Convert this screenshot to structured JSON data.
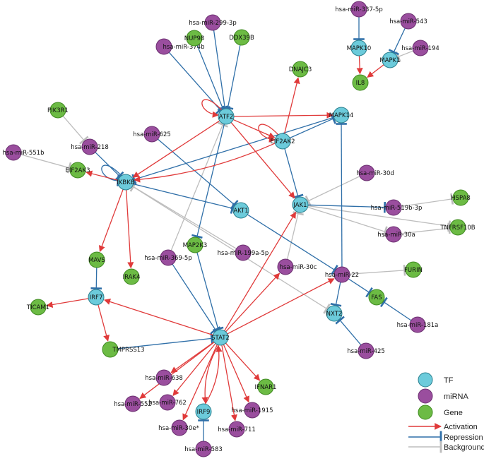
{
  "colors": {
    "tf": "#6CCBDB",
    "mirna": "#9A4E9E",
    "gene": "#6CBB44",
    "activation": "#E03A3A",
    "repression": "#2F6FA8",
    "background": "#BDBDBD"
  },
  "legend": {
    "tf": "TF",
    "mirna": "miRNA",
    "gene": "Gene",
    "activation": "Activation",
    "repression": "Repression",
    "background": "Background"
  },
  "nodes": [
    {
      "id": "ATF2",
      "label": "ATF2",
      "type": "tf"
    },
    {
      "id": "EIF2AK2",
      "label": "EIF2AK2",
      "type": "tf"
    },
    {
      "id": "IKBKB",
      "label": "IKBKB",
      "type": "tf"
    },
    {
      "id": "MAPK14",
      "label": "MAPK14",
      "type": "tf"
    },
    {
      "id": "MAPK10",
      "label": "MAPK10",
      "type": "tf"
    },
    {
      "id": "MAPK1",
      "label": "MAPK1",
      "type": "tf"
    },
    {
      "id": "AKT1",
      "label": "AKT1",
      "type": "tf"
    },
    {
      "id": "JAK1",
      "label": "JAK1",
      "type": "tf"
    },
    {
      "id": "STAT2",
      "label": "STAT2",
      "type": "tf"
    },
    {
      "id": "IRF7",
      "label": "IRF7",
      "type": "tf"
    },
    {
      "id": "IRF9",
      "label": "IRF9",
      "type": "tf"
    },
    {
      "id": "NXT2",
      "label": "NXT2",
      "type": "tf"
    },
    {
      "id": "mir299",
      "label": "hsa-miR-299-3p",
      "type": "mirna"
    },
    {
      "id": "mir374b",
      "label": "hsa-miR-374b",
      "type": "mirna"
    },
    {
      "id": "mir337",
      "label": "hsa-miR-337-5p",
      "type": "mirna"
    },
    {
      "id": "mir543",
      "label": "hsa-miR-543",
      "type": "mirna"
    },
    {
      "id": "mir194",
      "label": "hsa-miR-194",
      "type": "mirna"
    },
    {
      "id": "mir625",
      "label": "hsa-miR-625",
      "type": "mirna"
    },
    {
      "id": "mir218",
      "label": "hsa-miR-218",
      "type": "mirna"
    },
    {
      "id": "mir551b",
      "label": "hsa-miR-551b",
      "type": "mirna"
    },
    {
      "id": "mir30d",
      "label": "hsa-miR-30d",
      "type": "mirna"
    },
    {
      "id": "mir519b",
      "label": "hsa-miR-519b-3p",
      "type": "mirna"
    },
    {
      "id": "mir30a",
      "label": "hsa-miR-30a",
      "type": "mirna"
    },
    {
      "id": "mir369",
      "label": "hsa-miR-369-5p",
      "type": "mirna"
    },
    {
      "id": "mir199a",
      "label": "hsa-miR-199a-5p",
      "type": "mirna"
    },
    {
      "id": "mir30c",
      "label": "hsa-miR-30c",
      "type": "mirna"
    },
    {
      "id": "mir22",
      "label": "hsa-miR-22",
      "type": "mirna"
    },
    {
      "id": "mir181a",
      "label": "hsa-miR-181a",
      "type": "mirna"
    },
    {
      "id": "mir425",
      "label": "hsa-miR-425",
      "type": "mirna"
    },
    {
      "id": "mir638",
      "label": "hsa-miR-638",
      "type": "mirna"
    },
    {
      "id": "mir552",
      "label": "hsa-miR-552",
      "type": "mirna"
    },
    {
      "id": "mir762",
      "label": "hsa-miR-762",
      "type": "mirna"
    },
    {
      "id": "mir30e",
      "label": "hsa-miR-30e*",
      "type": "mirna"
    },
    {
      "id": "mir583",
      "label": "hsa-miR-583",
      "type": "mirna"
    },
    {
      "id": "mir1915",
      "label": "hsa-miR-1915",
      "type": "mirna"
    },
    {
      "id": "mir711",
      "label": "hsa-miR-711",
      "type": "mirna"
    },
    {
      "id": "NUP98",
      "label": "NUP98",
      "type": "gene"
    },
    {
      "id": "DDX39B",
      "label": "DDX39B",
      "type": "gene"
    },
    {
      "id": "DNAJC3",
      "label": "DNAJC3",
      "type": "gene"
    },
    {
      "id": "IL8",
      "label": "IL8",
      "type": "gene"
    },
    {
      "id": "PIK3R1",
      "label": "PIK3R1",
      "type": "gene"
    },
    {
      "id": "EIF2AK3",
      "label": "EIF2AK3",
      "type": "gene"
    },
    {
      "id": "HSPA8",
      "label": "HSPA8",
      "type": "gene"
    },
    {
      "id": "TNFRSF10B",
      "label": "TNFRSF10B",
      "type": "gene"
    },
    {
      "id": "MAVS",
      "label": "MAVS",
      "type": "gene"
    },
    {
      "id": "IRAK4",
      "label": "IRAK4",
      "type": "gene"
    },
    {
      "id": "MAP2K3",
      "label": "MAP2K3",
      "type": "gene"
    },
    {
      "id": "FURIN",
      "label": "FURIN",
      "type": "gene"
    },
    {
      "id": "FAS",
      "label": "FAS",
      "type": "gene"
    },
    {
      "id": "TICAM1",
      "label": "TICAM1",
      "type": "gene"
    },
    {
      "id": "TMPRSS13",
      "label": "TMPRSS13",
      "type": "gene"
    },
    {
      "id": "IFNAR1",
      "label": "IFNAR1",
      "type": "gene"
    }
  ],
  "edges": [
    {
      "from": "ATF2",
      "to": "EIF2AK2",
      "kind": "activation"
    },
    {
      "from": "ATF2",
      "to": "MAPK14",
      "kind": "activation"
    },
    {
      "from": "ATF2",
      "to": "IKBKB",
      "kind": "activation"
    },
    {
      "from": "ATF2",
      "to": "JAK1",
      "kind": "activation"
    },
    {
      "from": "ATF2",
      "to": "ATF2",
      "kind": "activation"
    },
    {
      "from": "EIF2AK2",
      "to": "EIF2AK2",
      "kind": "activation"
    },
    {
      "from": "EIF2AK2",
      "to": "DNAJC3",
      "kind": "activation"
    },
    {
      "from": "EIF2AK2",
      "to": "IKBKB",
      "kind": "activation"
    },
    {
      "from": "EIF2AK2",
      "to": "JAK1",
      "kind": "repression"
    },
    {
      "from": "EIF2AK2",
      "to": "MAPK14",
      "kind": "repression"
    },
    {
      "from": "IKBKB",
      "to": "EIF2AK3",
      "kind": "activation"
    },
    {
      "from": "IKBKB",
      "to": "MAVS",
      "kind": "activation"
    },
    {
      "from": "IKBKB",
      "to": "IRAK4",
      "kind": "activation"
    },
    {
      "from": "MAPK10",
      "to": "IL8",
      "kind": "activation"
    },
    {
      "from": "MAPK1",
      "to": "IL8",
      "kind": "activation"
    },
    {
      "from": "IRF7",
      "to": "TICAM1",
      "kind": "activation"
    },
    {
      "from": "IRF7",
      "to": "TMPRSS13",
      "kind": "activation"
    },
    {
      "from": "STAT2",
      "to": "IRF7",
      "kind": "activation"
    },
    {
      "from": "STAT2",
      "to": "JAK1",
      "kind": "activation"
    },
    {
      "from": "STAT2",
      "to": "mir30c",
      "kind": "activation"
    },
    {
      "from": "STAT2",
      "to": "mir22",
      "kind": "activation"
    },
    {
      "from": "STAT2",
      "to": "mir638",
      "kind": "activation"
    },
    {
      "from": "STAT2",
      "to": "mir552",
      "kind": "activation"
    },
    {
      "from": "STAT2",
      "to": "mir762",
      "kind": "activation"
    },
    {
      "from": "STAT2",
      "to": "mir30e",
      "kind": "activation"
    },
    {
      "from": "STAT2",
      "to": "mir1915",
      "kind": "activation"
    },
    {
      "from": "STAT2",
      "to": "mir711",
      "kind": "activation"
    },
    {
      "from": "STAT2",
      "to": "IFNAR1",
      "kind": "activation"
    },
    {
      "from": "STAT2",
      "to": "IRF9",
      "kind": "activation"
    },
    {
      "from": "IRF9",
      "to": "STAT2",
      "kind": "activation"
    },
    {
      "from": "mir299",
      "to": "ATF2",
      "kind": "repression"
    },
    {
      "from": "mir374b",
      "to": "ATF2",
      "kind": "repression"
    },
    {
      "from": "NUP98",
      "to": "ATF2",
      "kind": "repression"
    },
    {
      "from": "DDX39B",
      "to": "ATF2",
      "kind": "repression"
    },
    {
      "from": "mir337",
      "to": "MAPK10",
      "kind": "repression"
    },
    {
      "from": "mir543",
      "to": "MAPK1",
      "kind": "repression"
    },
    {
      "from": "mir625",
      "to": "AKT1",
      "kind": "repression"
    },
    {
      "from": "mir218",
      "to": "IKBKB",
      "kind": "repression"
    },
    {
      "from": "IKBKB",
      "to": "IKBKB",
      "kind": "repression"
    },
    {
      "from": "IKBKB",
      "to": "AKT1",
      "kind": "repression"
    },
    {
      "from": "MAPK14",
      "to": "IKBKB",
      "kind": "repression"
    },
    {
      "from": "ATF2",
      "to": "MAP2K3",
      "kind": "repression"
    },
    {
      "from": "AKT1",
      "to": "mir22",
      "kind": "repression"
    },
    {
      "from": "JAK1",
      "to": "mir519b",
      "kind": "repression"
    },
    {
      "from": "mir22",
      "to": "MAPK14",
      "kind": "repression"
    },
    {
      "from": "mir22",
      "to": "NXT2",
      "kind": "repression"
    },
    {
      "from": "mir22",
      "to": "FAS",
      "kind": "repression"
    },
    {
      "from": "mir181a",
      "to": "FAS",
      "kind": "repression"
    },
    {
      "from": "mir425",
      "to": "NXT2",
      "kind": "repression"
    },
    {
      "from": "MAVS",
      "to": "IRF7",
      "kind": "repression"
    },
    {
      "from": "MAP2K3",
      "to": "STAT2",
      "kind": "repression"
    },
    {
      "from": "mir369",
      "to": "STAT2",
      "kind": "repression"
    },
    {
      "from": "TMPRSS13",
      "to": "STAT2",
      "kind": "repression"
    },
    {
      "from": "mir583",
      "to": "IRF9",
      "kind": "repression"
    },
    {
      "from": "mir194",
      "to": "MAPK1",
      "kind": "background"
    },
    {
      "from": "PIK3R1",
      "to": "mir218",
      "kind": "background"
    },
    {
      "from": "mir551b",
      "to": "EIF2AK3",
      "kind": "background"
    },
    {
      "from": "mir30d",
      "to": "JAK1",
      "kind": "background"
    },
    {
      "from": "JAK1",
      "to": "mir30a",
      "kind": "background"
    },
    {
      "from": "JAK1",
      "to": "TNFRSF10B",
      "kind": "background"
    },
    {
      "from": "mir519b",
      "to": "HSPA8",
      "kind": "background"
    },
    {
      "from": "mir30a",
      "to": "TNFRSF10B",
      "kind": "background"
    },
    {
      "from": "mir199a",
      "to": "IKBKB",
      "kind": "background"
    },
    {
      "from": "mir30c",
      "to": "JAK1",
      "kind": "background"
    },
    {
      "from": "IKBKB",
      "to": "NXT2",
      "kind": "background"
    },
    {
      "from": "mir22",
      "to": "FURIN",
      "kind": "background"
    },
    {
      "from": "mir369",
      "to": "ATF2",
      "kind": "background"
    }
  ]
}
